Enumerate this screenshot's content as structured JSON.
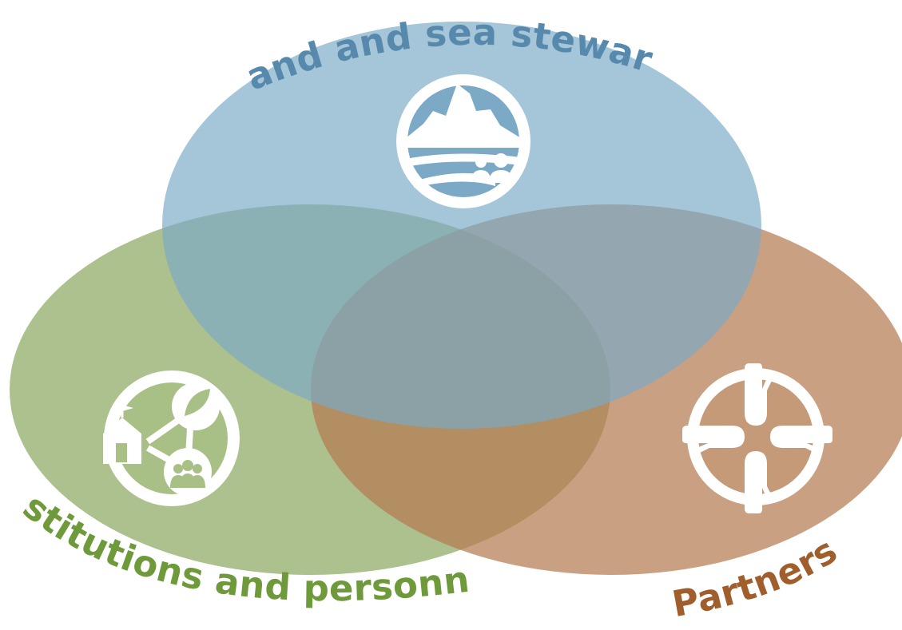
{
  "diagram": {
    "type": "three-set venn",
    "sets": [
      {
        "label": "Land and sea stewards",
        "color": "#7ba9c6",
        "label_color": "#5689ab",
        "icon": "landscape-people-icon"
      },
      {
        "label": "Institutions and personnel",
        "color": "#8aa65f",
        "label_color": "#6f9a3b",
        "icon": "school-plant-community-network-icon"
      },
      {
        "label": "Partners",
        "color": "#b3774e",
        "label_color": "#a05e2c",
        "icon": "four-hands-icon"
      }
    ]
  }
}
